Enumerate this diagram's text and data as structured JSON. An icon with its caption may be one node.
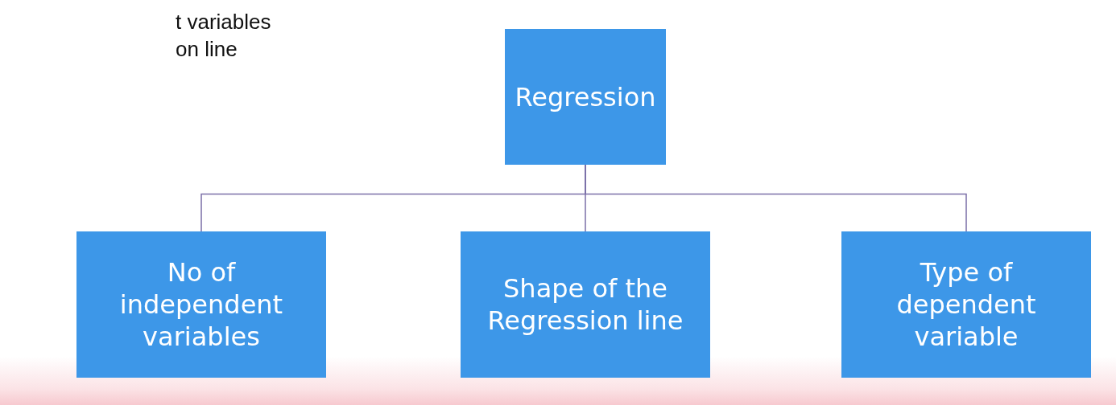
{
  "diagram": {
    "nodes": [
      {
        "text": [
          "Regression"
        ]
      },
      {
        "text": [
          "No of independent variables"
        ]
      },
      {
        "text": [
          "Shape of the Regression line"
        ]
      },
      {
        "text": [
          "Type of dependent variable"
        ]
      }
    ],
    "edges": [
      {
        "from": 0,
        "to": 1,
        "arrow": "none"
      },
      {
        "from": 0,
        "to": 2,
        "arrow": "none"
      },
      {
        "from": 0,
        "to": 3,
        "arrow": "none"
      }
    ],
    "labels": [
      "t variables",
      "on line"
    ]
  }
}
